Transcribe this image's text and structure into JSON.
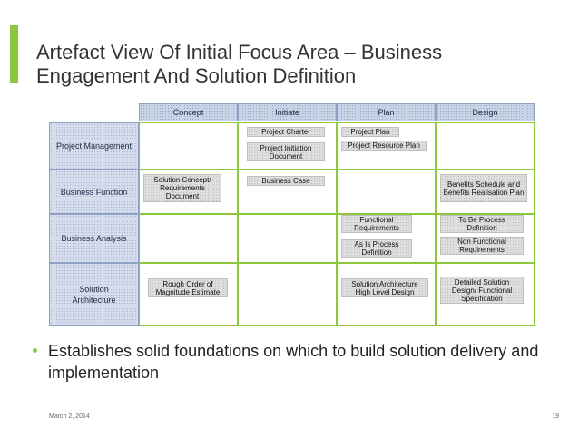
{
  "title": "Artefact View Of Initial Focus Area – Business Engagement And Solution Definition",
  "columns": [
    "Concept",
    "Initiate",
    "Plan",
    "Design"
  ],
  "rows": [
    "Project Management",
    "Business Function",
    "Business Analysis",
    "Solution Architecture"
  ],
  "artefacts": {
    "project_charter": "Project Charter",
    "project_initiation_document": "Project Initiation Document",
    "project_plan": "Project Plan",
    "project_resource_plan": "Project Resource Plan",
    "solution_concept": "Solution Concept/ Requirements Document",
    "business_case": "Business Case",
    "benefits_schedule": "Benefits Schedule and Benefits Realisation Plan",
    "functional_requirements": "Functional Requirements",
    "as_is_process": "As Is Process Definition",
    "to_be_process": "To Be Process Definition",
    "non_functional": "Non Functional Requirements",
    "rough_order": "Rough Order of Magnitude Estimate",
    "solution_architecture_hld": "Solution Architecture High Level Design",
    "detailed_solution_design": "Detailed Solution Design/ Functional Specification"
  },
  "bullet": "Establishes solid foundations on which to build solution delivery and implementation",
  "footer": {
    "date": "March 2, 2014",
    "page": "19"
  },
  "colors": {
    "accent": "#8dc63f",
    "header_fill": "#c9d3e6",
    "artefact_fill": "#dedede"
  }
}
